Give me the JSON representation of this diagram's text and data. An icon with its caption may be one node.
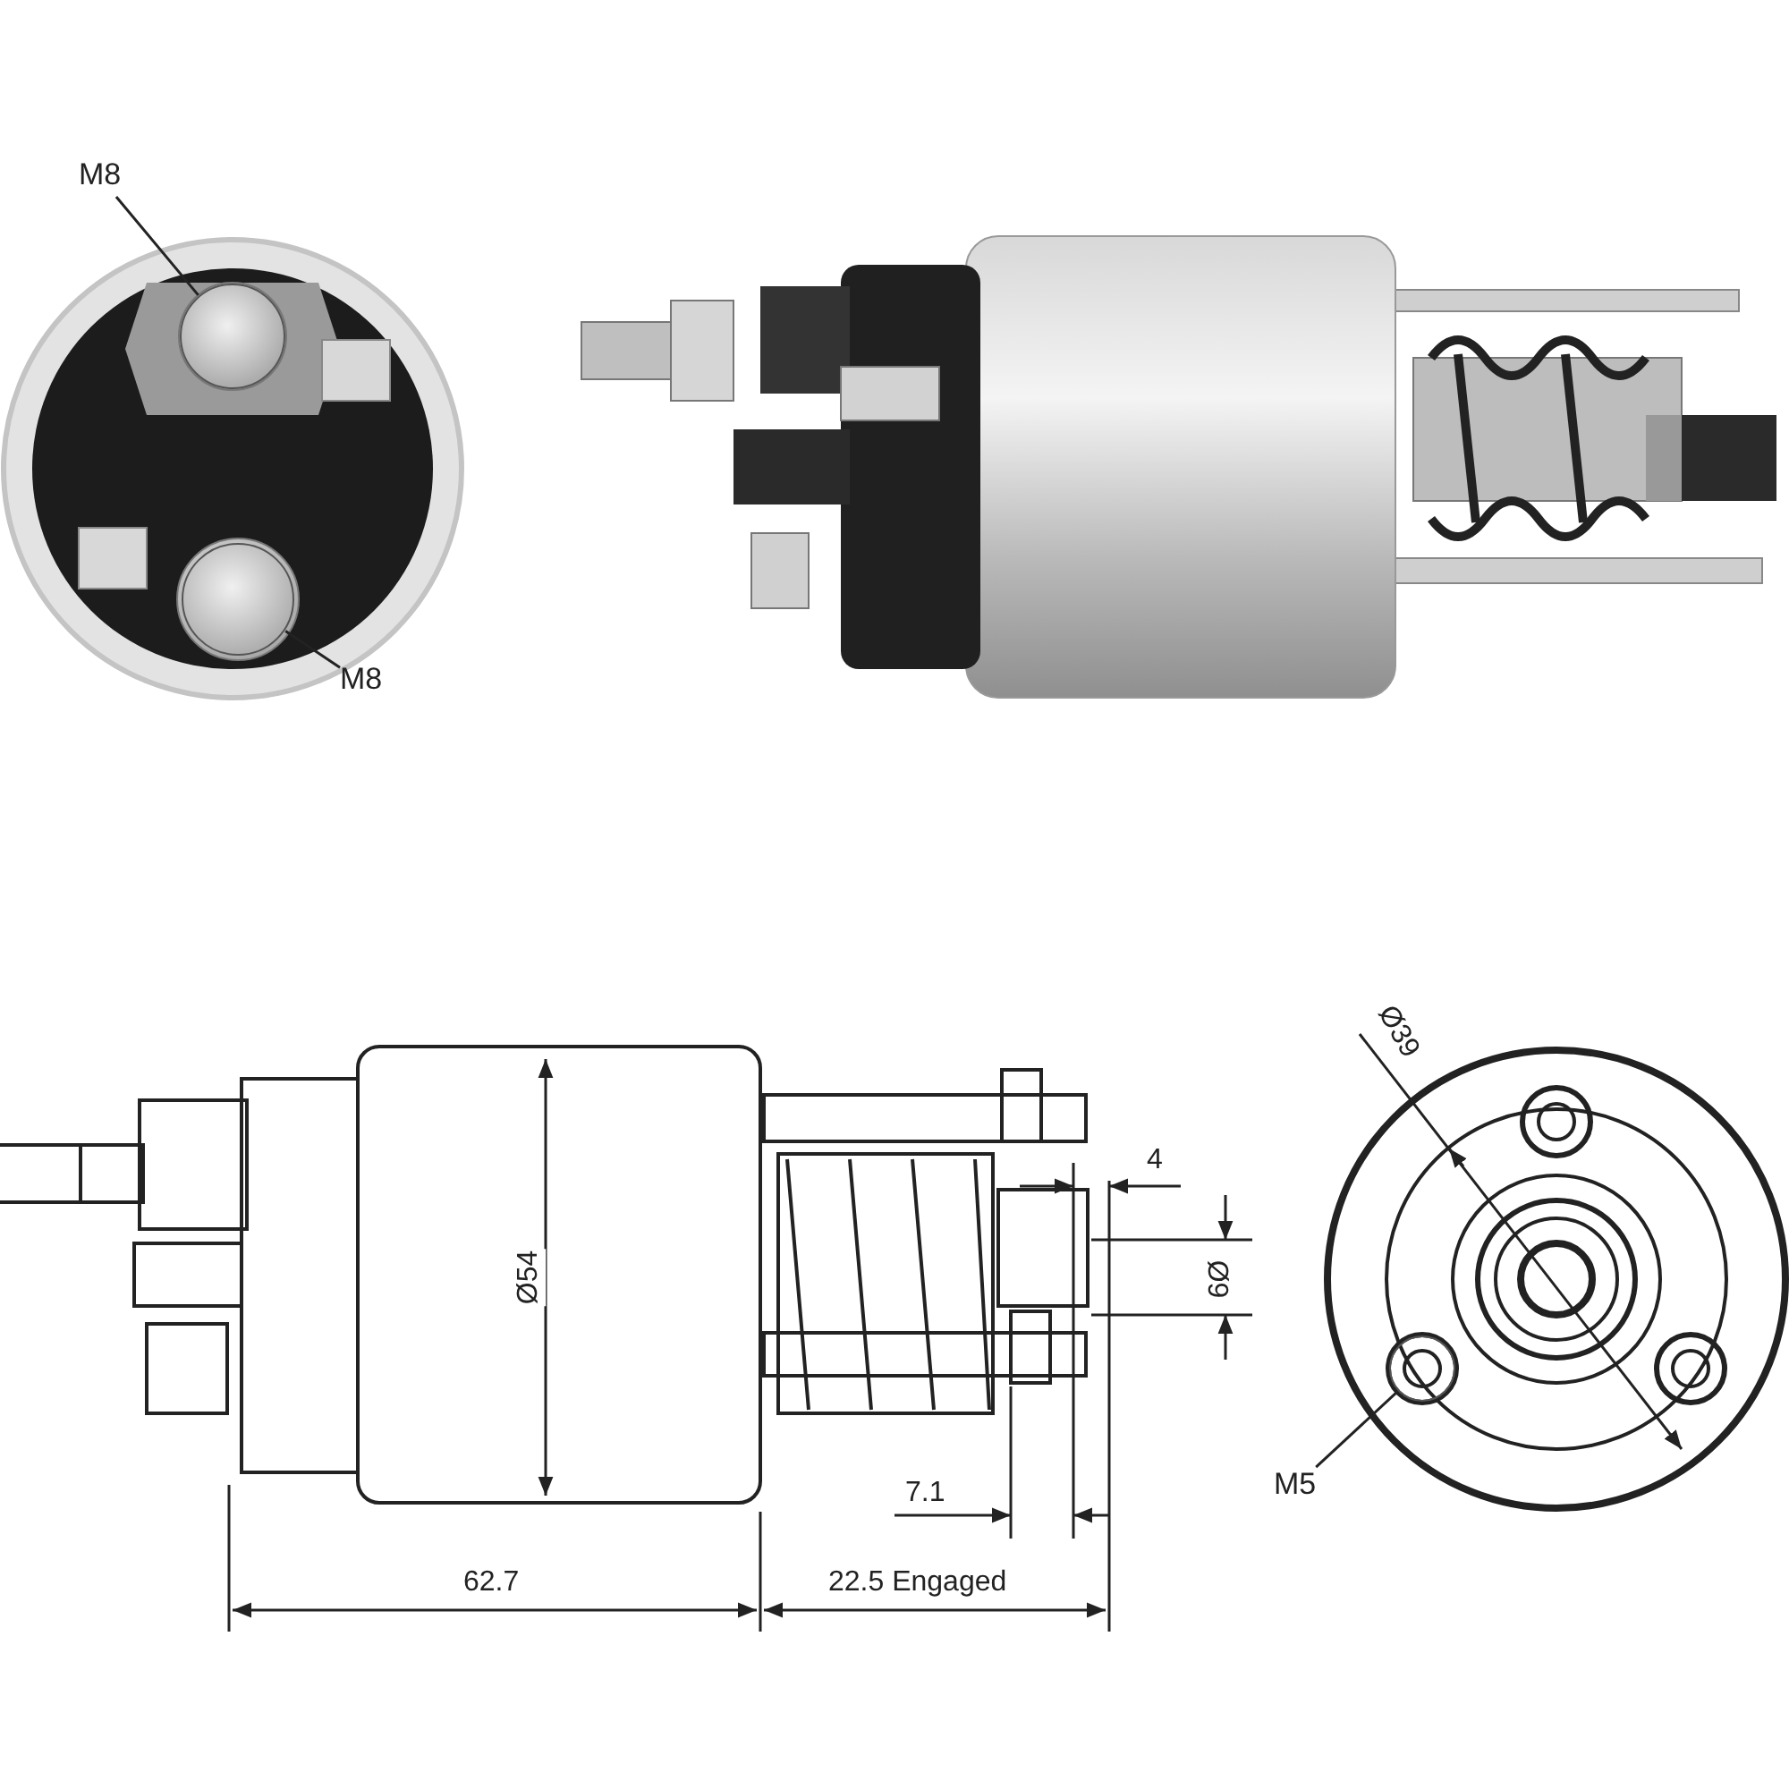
{
  "diagram": {
    "nodes": [
      {
        "text": [
          "M8"
        ]
      },
      {
        "text": [],
        "shape": "circle"
      },
      {
        "text": [
          "M8"
        ]
      },
      {
        "text": [],
        "shape": "circle"
      },
      {
        "text": [
          "M5"
        ]
      },
      {
        "text": [],
        "shape": "circle"
      }
    ],
    "edges": [
      {
        "from": 0,
        "to": 1,
        "arrow": "none"
      },
      {
        "from": 2,
        "to": 3,
        "arrow": "none"
      },
      {
        "from": 4,
        "to": 5,
        "arrow": "none"
      }
    ],
    "labels": [
      "Ø39",
      "4",
      "Ø9",
      "Ø54",
      "7.1",
      "62.7",
      "22.5 Engaged"
    ]
  }
}
